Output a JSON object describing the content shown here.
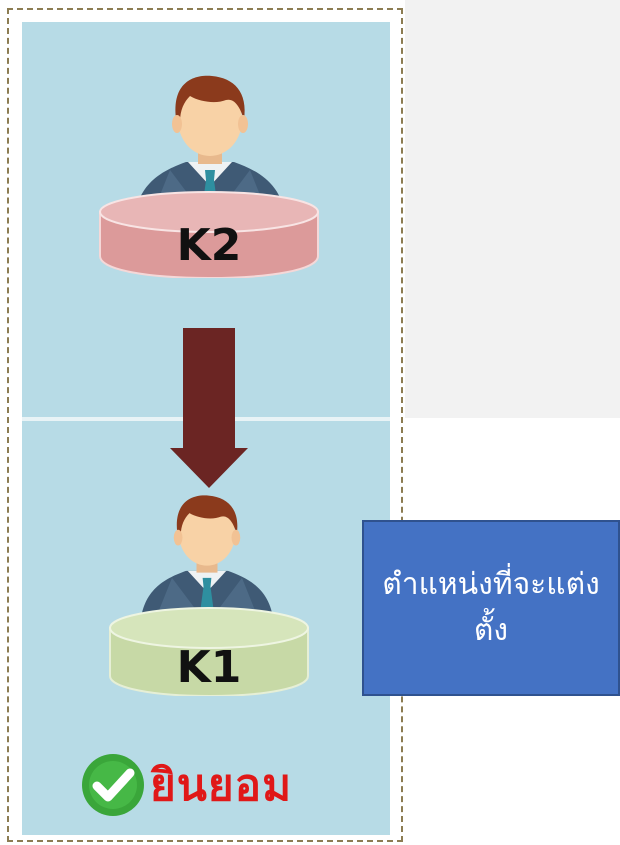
{
  "upper_node": {
    "label": "K2"
  },
  "lower_node": {
    "label": "K1"
  },
  "callout": {
    "text": "ตำแหน่งที่จะแต่งตั้ง"
  },
  "consent": {
    "text": "ยินยอม",
    "icon": "check-circle-icon"
  },
  "colors": {
    "panel": "#b7dbe6",
    "upper_pod": "#dc9a9a",
    "lower_pod": "#c7d9a6",
    "arrow": "#6b2523",
    "callout": "#4472c4",
    "consent_text": "#e01818",
    "check_circle": "#3aa63a"
  }
}
